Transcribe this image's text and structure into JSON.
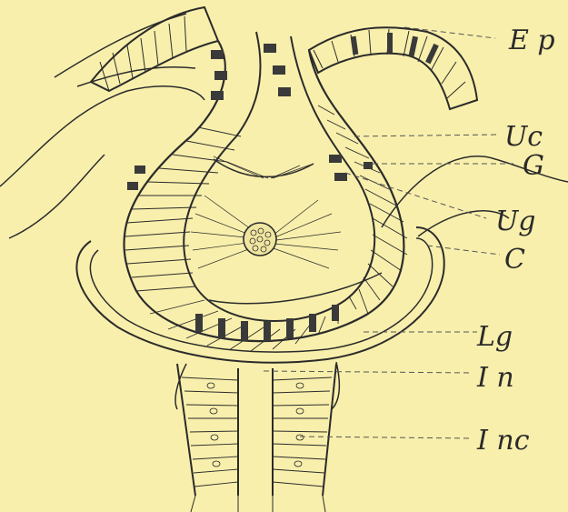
{
  "labels": {
    "ep": "E p",
    "uc": "Uc",
    "g": "G",
    "ug": "Ug",
    "c": "C",
    "lg": "Lg",
    "in": "I n",
    "inc": "I nc"
  },
  "colors": {
    "background": "#f8efac",
    "ink": "#2b2b2b",
    "dark_cells": "#3a3a3a"
  }
}
